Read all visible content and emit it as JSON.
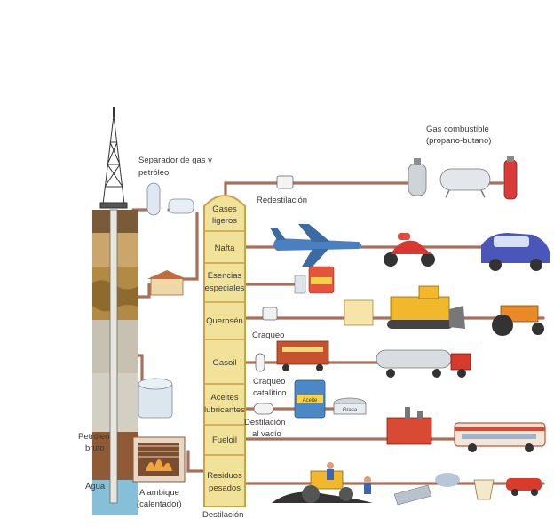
{
  "labels": {
    "separator": [
      "Separador de gas y",
      "petróleo"
    ],
    "redistillation": "Redestilación",
    "fuel_gas": [
      "Gas combustible",
      "(propano-butano)"
    ],
    "crude_oil": [
      "Petróleo",
      "bruto"
    ],
    "water": "Agua",
    "still": [
      "Alambique",
      "(calentador)"
    ],
    "distillation": "Destilación",
    "cracking": "Craqueo",
    "catalytic_cracking": [
      "Craqueo",
      "catalítico"
    ],
    "vacuum_distillation": [
      "Destilación",
      "al vacío"
    ]
  },
  "fractions": [
    [
      "Gases",
      "ligeros"
    ],
    [
      "Nafta"
    ],
    [
      "Esencias",
      "especiales"
    ],
    [
      "Querosén"
    ],
    [
      "Gasoil"
    ],
    [
      "Aceites",
      "lubricantes"
    ],
    [
      "Fueloil"
    ],
    [
      "Residuos",
      "pesados"
    ]
  ],
  "products": {
    "can_label": "Aceite",
    "tin_label": "Grasa"
  },
  "colors": {
    "pipe": "#a8705a",
    "column": "#f1e29a",
    "column_edge": "#c9a24a"
  }
}
